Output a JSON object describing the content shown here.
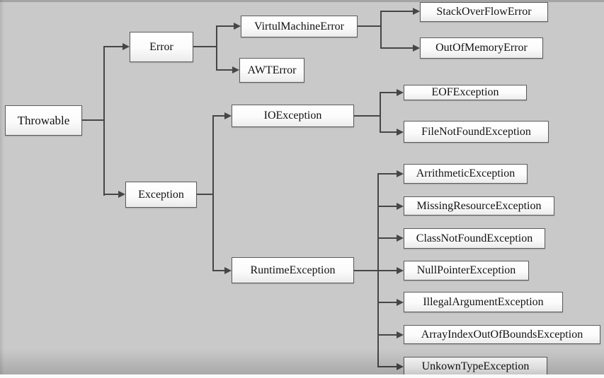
{
  "colors": {
    "background": "#c9c9c9",
    "box_border": "#5c5c5c",
    "line": "#464646",
    "text": "#121212",
    "bottom_strip": "#fbfbfb"
  },
  "tree": {
    "label": "Throwable",
    "children": [
      {
        "label": "Error",
        "children": [
          {
            "label": "VirtulMachineError",
            "children": [
              {
                "label": "StackOverFlowError"
              },
              {
                "label": "OutOfMemoryError"
              }
            ]
          },
          {
            "label": "AWTError"
          }
        ]
      },
      {
        "label": "Exception",
        "children": [
          {
            "label": "IOException",
            "children": [
              {
                "label": "EOFException"
              },
              {
                "label": "FileNotFoundException"
              }
            ]
          },
          {
            "label": "RuntimeException",
            "children": [
              {
                "label": "ArrithmeticException"
              },
              {
                "label": "MissingResourceException"
              },
              {
                "label": "ClassNotFoundException"
              },
              {
                "label": "NullPointerException"
              },
              {
                "label": "IllegalArgumentException"
              },
              {
                "label": "ArrayIndexOutOfBoundsException"
              },
              {
                "label": "UnkownTypeException"
              }
            ]
          }
        ]
      }
    ]
  }
}
